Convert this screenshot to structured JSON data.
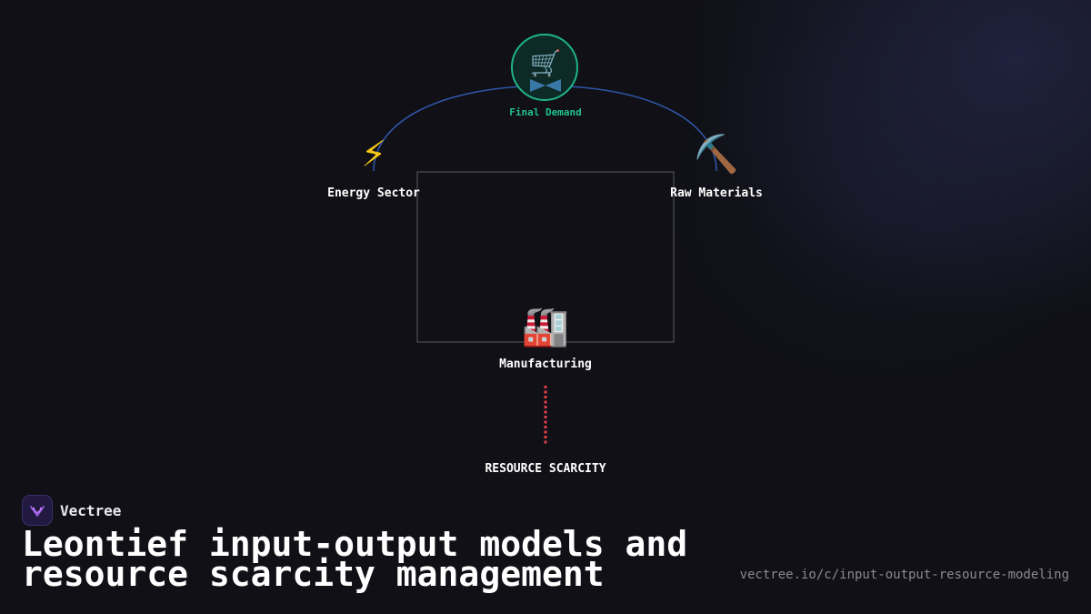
{
  "diagram": {
    "hub": {
      "label": "Final Demand",
      "icon": "shopping-cart-icon",
      "color": "#1fb486"
    },
    "nodes": [
      {
        "id": "energy",
        "label": "Energy Sector",
        "icon": "lightning-bolt-icon"
      },
      {
        "id": "raw",
        "label": "Raw Materials",
        "icon": "pickaxe-icon"
      },
      {
        "id": "manufacturing",
        "label": "Manufacturing",
        "icon": "factory-icon"
      }
    ],
    "constraint": {
      "label": "RESOURCE SCARCITY",
      "color": "#e0404a"
    },
    "link_color": "#2f56a8"
  },
  "brand": {
    "name": "Vectree"
  },
  "title": "Leontief input-output models and resource scarcity management",
  "url": "vectree.io/c/input-output-resource-modeling"
}
